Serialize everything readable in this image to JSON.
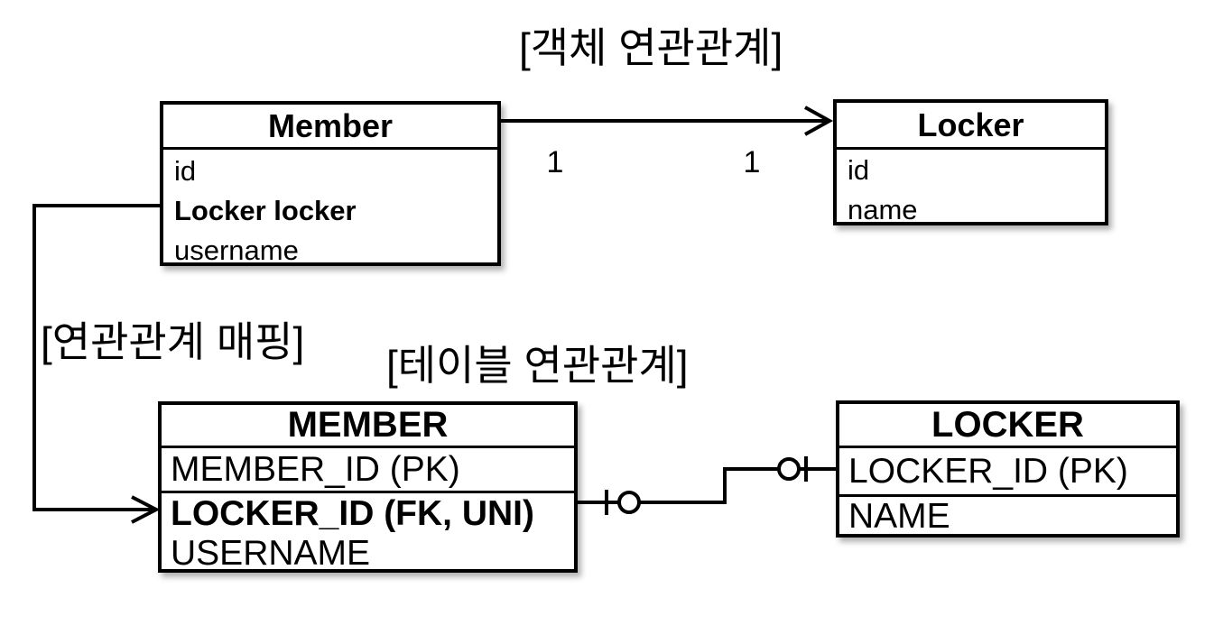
{
  "diagram": {
    "section_titles": {
      "object_association": "[객체 연관관계]",
      "association_mapping": "[연관관계 매핑]",
      "table_association": "[테이블 연관관계]"
    },
    "object_model": {
      "member_class": {
        "title": "Member",
        "fields": [
          "id",
          "Locker locker",
          "username"
        ]
      },
      "locker_class": {
        "title": "Locker",
        "fields": [
          "id",
          "name"
        ]
      },
      "multiplicity": {
        "source": "1",
        "target": "1"
      }
    },
    "table_model": {
      "member_table": {
        "title": "MEMBER",
        "rows": [
          "MEMBER_ID (PK)",
          "LOCKER_ID (FK, UNI)",
          "USERNAME"
        ]
      },
      "locker_table": {
        "title": "LOCKER",
        "rows": [
          "LOCKER_ID (PK)",
          "NAME"
        ]
      }
    },
    "colors": {
      "line": "#000000",
      "box_background": "#ffffff"
    }
  }
}
